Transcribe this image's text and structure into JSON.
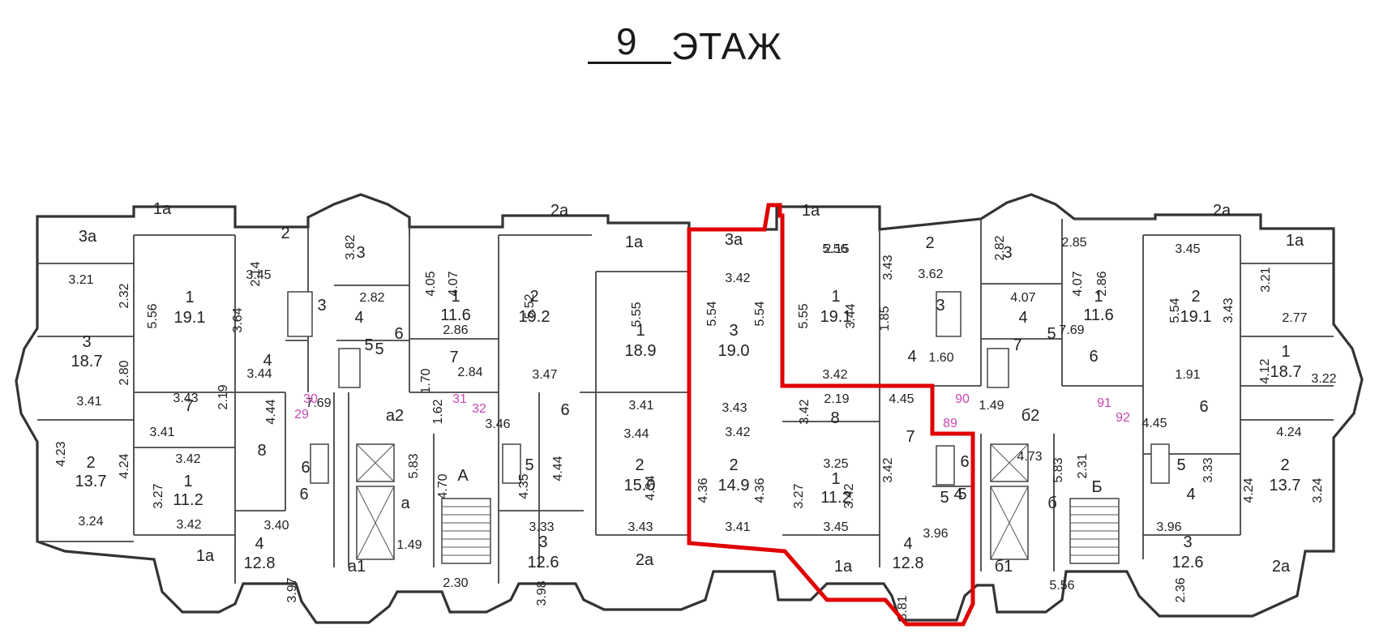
{
  "header": {
    "floor_number": "9",
    "floor_word": "ЭТАЖ"
  },
  "highlight_color": "#e00000",
  "pink_color": "#c847b3",
  "rooms": [
    {
      "t": "3а"
    },
    {
      "t": "1а"
    },
    {
      "t": "2"
    },
    {
      "t": "3"
    },
    {
      "t": "2а"
    },
    {
      "t": "1а"
    },
    {
      "t": "3а"
    },
    {
      "t": "1а"
    },
    {
      "t": "2"
    },
    {
      "t": "3"
    },
    {
      "t": "2а"
    },
    {
      "t": "1а"
    },
    {
      "t": "1"
    },
    {
      "t": "19.1"
    },
    {
      "t": "3"
    },
    {
      "t": "18.7"
    },
    {
      "t": "2"
    },
    {
      "t": "19.2"
    },
    {
      "t": "1"
    },
    {
      "t": "18.9"
    },
    {
      "t": "3"
    },
    {
      "t": "19.0"
    },
    {
      "t": "1"
    },
    {
      "t": "19.1"
    },
    {
      "t": "2"
    },
    {
      "t": "19.1"
    },
    {
      "t": "1"
    },
    {
      "t": "18.7"
    },
    {
      "t": "1"
    },
    {
      "t": "11.6"
    },
    {
      "t": "1"
    },
    {
      "t": "11.6"
    },
    {
      "t": "2"
    },
    {
      "t": "13.7"
    },
    {
      "t": "1"
    },
    {
      "t": "11.2"
    },
    {
      "t": "2"
    },
    {
      "t": "15.0"
    },
    {
      "t": "2"
    },
    {
      "t": "14.9"
    },
    {
      "t": "1"
    },
    {
      "t": "11.2"
    },
    {
      "t": "2"
    },
    {
      "t": "13.7"
    },
    {
      "t": "4"
    },
    {
      "t": "12.8"
    },
    {
      "t": "3"
    },
    {
      "t": "12.6"
    },
    {
      "t": "4"
    },
    {
      "t": "12.8"
    },
    {
      "t": "3"
    },
    {
      "t": "12.6"
    },
    {
      "t": "1а"
    },
    {
      "t": "2а"
    },
    {
      "t": "1а"
    },
    {
      "t": "2а"
    },
    {
      "t": "7"
    },
    {
      "t": "8"
    },
    {
      "t": "6"
    },
    {
      "t": "а2"
    },
    {
      "t": "а"
    },
    {
      "t": "А"
    },
    {
      "t": "а1"
    },
    {
      "t": "4"
    },
    {
      "t": "3"
    },
    {
      "t": "4"
    },
    {
      "t": "5"
    },
    {
      "t": "6"
    },
    {
      "t": "7"
    },
    {
      "t": "5"
    },
    {
      "t": "6"
    },
    {
      "t": "5"
    },
    {
      "t": "6"
    },
    {
      "t": "8"
    },
    {
      "t": "7"
    },
    {
      "t": "6"
    },
    {
      "t": "5"
    },
    {
      "t": "б2"
    },
    {
      "t": "б"
    },
    {
      "t": "Б"
    },
    {
      "t": "б1"
    },
    {
      "t": "4"
    },
    {
      "t": "3"
    },
    {
      "t": "4"
    },
    {
      "t": "5"
    },
    {
      "t": "6"
    },
    {
      "t": "7"
    },
    {
      "t": "5"
    },
    {
      "t": "4"
    },
    {
      "t": "6"
    },
    {
      "t": "5"
    },
    {
      "t": "4"
    }
  ],
  "dims": [
    "3.21",
    "2.32",
    "5.56",
    "3.41",
    "2.80",
    "4.23",
    "4.24",
    "3.24",
    "3.43",
    "3.41",
    "2.19",
    "3.42",
    "3.27",
    "3.42",
    "2.14",
    "3.45",
    "3.64",
    "3.44",
    "4.44",
    "3.40",
    "3.97",
    "3.82",
    "2.82",
    "4.05",
    "4.07",
    "2.86",
    "1.70",
    "2.84",
    "7.69",
    "1.62",
    "5.83",
    "4.70",
    "1.49",
    "2.30",
    "5.52",
    "3.47",
    "3.46",
    "4.44",
    "4.35",
    "3.33",
    "3.98",
    "5.55",
    "3.41",
    "3.44",
    "4.34",
    "3.43",
    "5.54",
    "5.54",
    "3.42",
    "3.43",
    "3.42",
    "4.36",
    "4.36",
    "3.41",
    "5.56",
    "5.55",
    "3.44",
    "3.42",
    "2.19",
    "3.42",
    "3.25",
    "3.27",
    "3.42",
    "3.45",
    "2.15",
    "3.43",
    "3.62",
    "1.85",
    "1.60",
    "4.45",
    "3.42",
    "3.96",
    "3.81",
    "2.82",
    "4.07",
    "4.07",
    "2.86",
    "2.85",
    "7.69",
    "1.49",
    "4.73",
    "5.83",
    "2.31",
    "5.56",
    "5.54",
    "3.43",
    "3.45",
    "1.91",
    "4.45",
    "3.33",
    "3.96",
    "2.36",
    "3.21",
    "2.77",
    "4.12",
    "3.22",
    "4.24",
    "4.24",
    "3.24"
  ],
  "apartment_numbers": [
    "30",
    "29",
    "31",
    "32",
    "90",
    "89",
    "91",
    "92"
  ]
}
